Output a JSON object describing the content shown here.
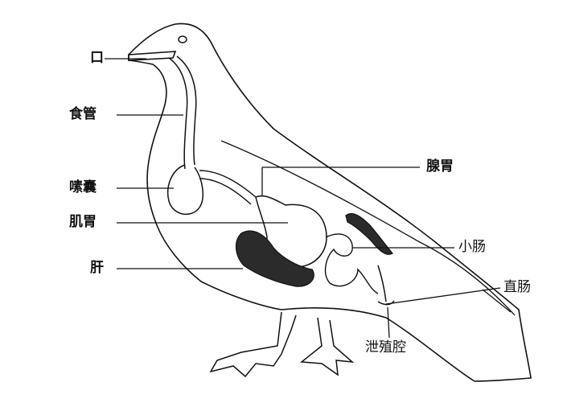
{
  "labels": {
    "mouth": "口",
    "esophagus": "食管",
    "crop": "嗉囊",
    "gizzard": "肌胃",
    "liver": "肝",
    "proventriculus": "腺胃",
    "small_intestine": "小肠",
    "rectum": "直肠",
    "cloaca": "泄殖腔"
  },
  "colors": {
    "ink": "#111111",
    "paper": "#ffffff",
    "liver_fill": "#2b2b2b"
  }
}
